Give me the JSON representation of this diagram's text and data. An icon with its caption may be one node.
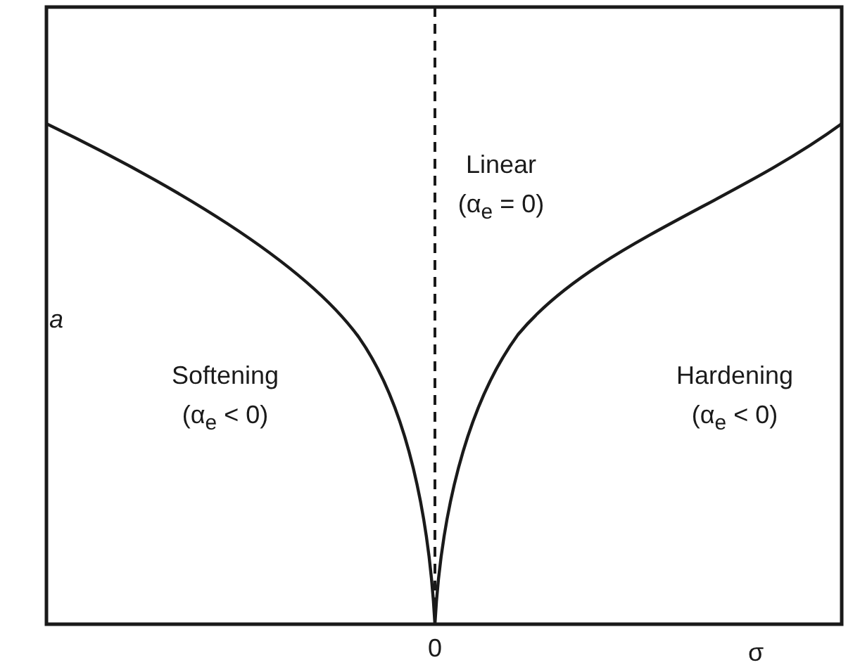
{
  "diagram": {
    "labels": [
      "Linear",
      "(α$_{e}$ = 0)",
      "a",
      "Softening",
      "(α$_{e}$ < 0)",
      "Hardening",
      "(α$_{e}$ < 0)",
      "0",
      "σ"
    ]
  }
}
